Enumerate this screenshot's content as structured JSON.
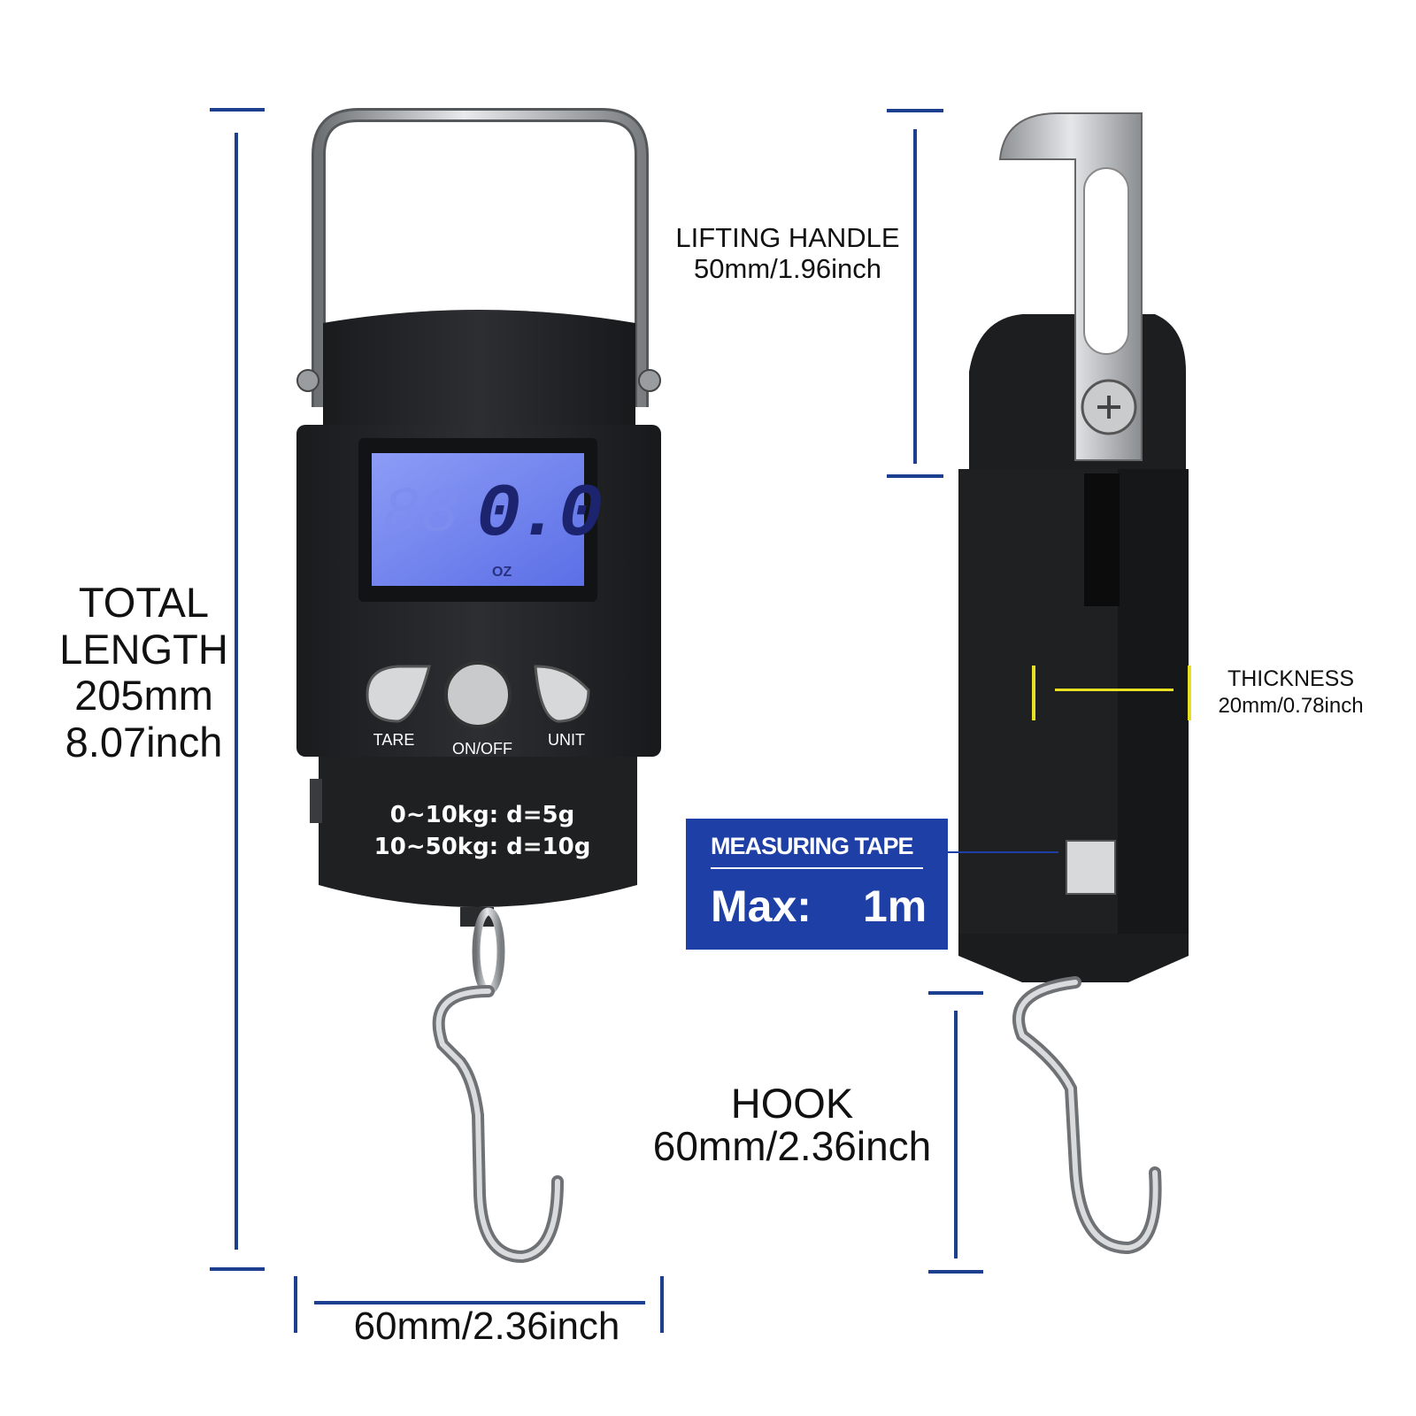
{
  "dimensions": {
    "total_length": {
      "line1": "TOTAL",
      "line2": "LENGTH",
      "metric": "205mm",
      "imperial": "8.07inch"
    },
    "width": {
      "text": "60mm/2.36inch"
    },
    "lifting_handle": {
      "title": "LIFTING HANDLE",
      "value": "50mm/1.96inch"
    },
    "thickness": {
      "title": "THICKNESS",
      "value": "20mm/0.78inch"
    },
    "hook": {
      "title": "HOOK",
      "value": "60mm/2.36inch"
    }
  },
  "measuring_tape": {
    "title": "MEASURING TAPE",
    "max_label": "Max:",
    "max_value": "1m"
  },
  "scale": {
    "display_reading": "0.0",
    "display_unit": "OZ",
    "buttons": {
      "tare": "TARE",
      "power": "ON/OFF",
      "unit": "UNIT"
    },
    "spec_line1": "0~10kg: d=5g",
    "spec_line2": "10~50kg: d=10g"
  },
  "colors": {
    "dimension_line": "#1c3f8f",
    "tape_box": "#1e3fa6",
    "lcd_backlight": "#6a80f0",
    "thickness_marker": "#e8e020",
    "scale_body": "#232528"
  }
}
